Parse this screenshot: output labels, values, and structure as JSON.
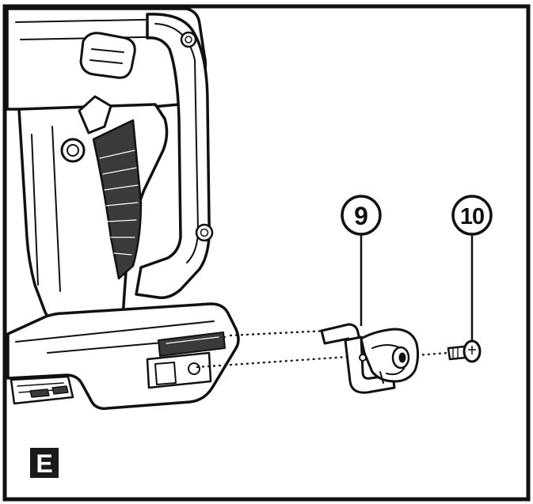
{
  "figure": {
    "panel_label": "E",
    "callouts": [
      {
        "id": "9",
        "label": "9",
        "target": "wall-mount-bracket"
      },
      {
        "id": "10",
        "label": "10",
        "target": "mounting-screw"
      }
    ]
  },
  "colors": {
    "line": "#111111",
    "shade": "#3a3a3a",
    "background": "#ffffff",
    "label_bg": "#1a1a1a"
  },
  "icons": {
    "tool": "handheld-power-tool-icon",
    "bracket": "wall-mount-bracket-icon",
    "screw": "mounting-screw-icon"
  }
}
